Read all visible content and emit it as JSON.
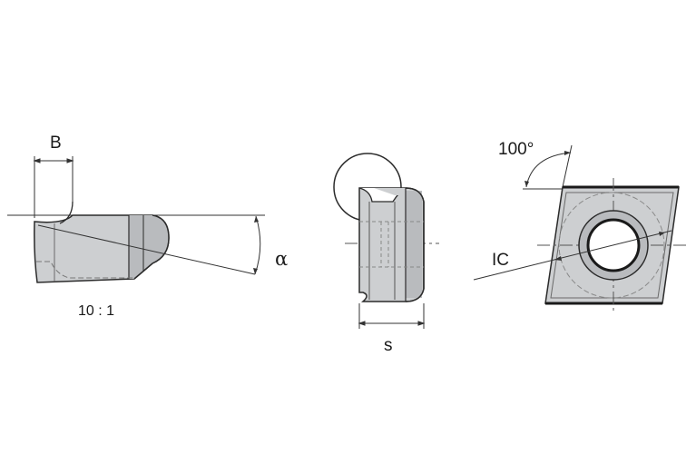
{
  "labels": {
    "b": "B",
    "alpha": "α",
    "scale": "10 : 1",
    "s": "s",
    "angle": "100°",
    "ic": "IC"
  },
  "colors": {
    "body_fill": "#cdcfd1",
    "body_shade": "#b9bbbe",
    "outline": "#2b2b2b",
    "dim_line": "#333333",
    "hidden_line": "#8a8a8a",
    "background": "#ffffff"
  }
}
